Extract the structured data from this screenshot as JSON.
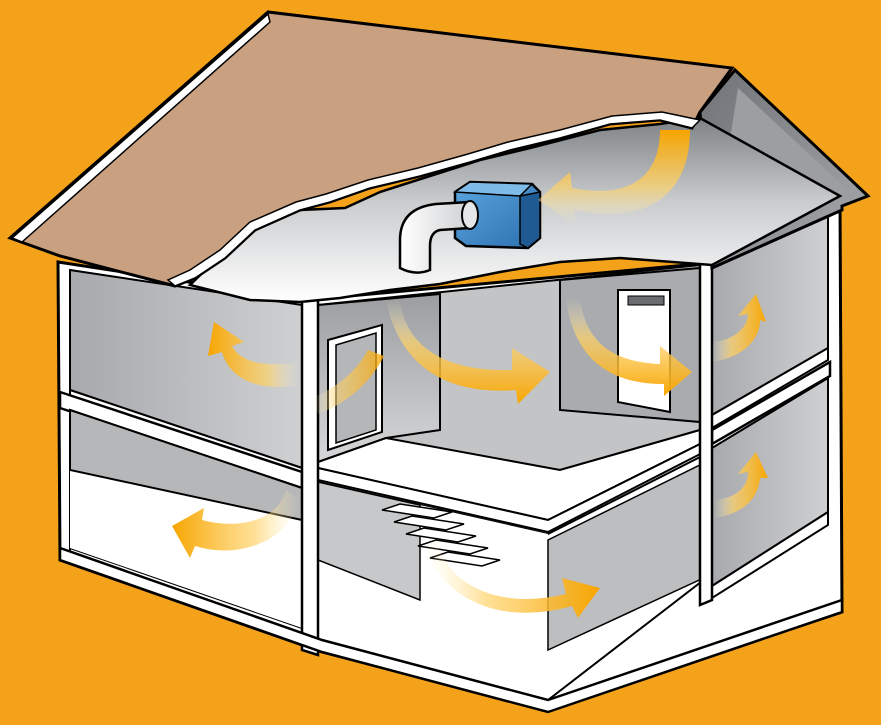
{
  "diagram": {
    "subject": "house-ventilation-airflow",
    "colors": {
      "background": "#F5A21B",
      "roof": "#C9A080",
      "wall_outline": "#000000",
      "wall_fill": "#FFFFFF",
      "interior_wall": "#B8B9BB",
      "attic_gradient_dark": "#8E9093",
      "unit_body": "#3A86C8",
      "airflow_arrow": "#F7A500"
    },
    "components": {
      "ventilation_unit": "ventilation-unit-icon",
      "duct": "duct-icon",
      "staircase": "staircase-icon",
      "airflow_arrows": [
        "attic-intake-arrow",
        "upper-left-room-arrow",
        "upper-center-room-arrow",
        "upper-right-room-arrow",
        "upper-far-right-room-arrow",
        "lower-left-room-arrow",
        "lower-center-room-arrow",
        "lower-far-right-room-arrow"
      ]
    }
  }
}
